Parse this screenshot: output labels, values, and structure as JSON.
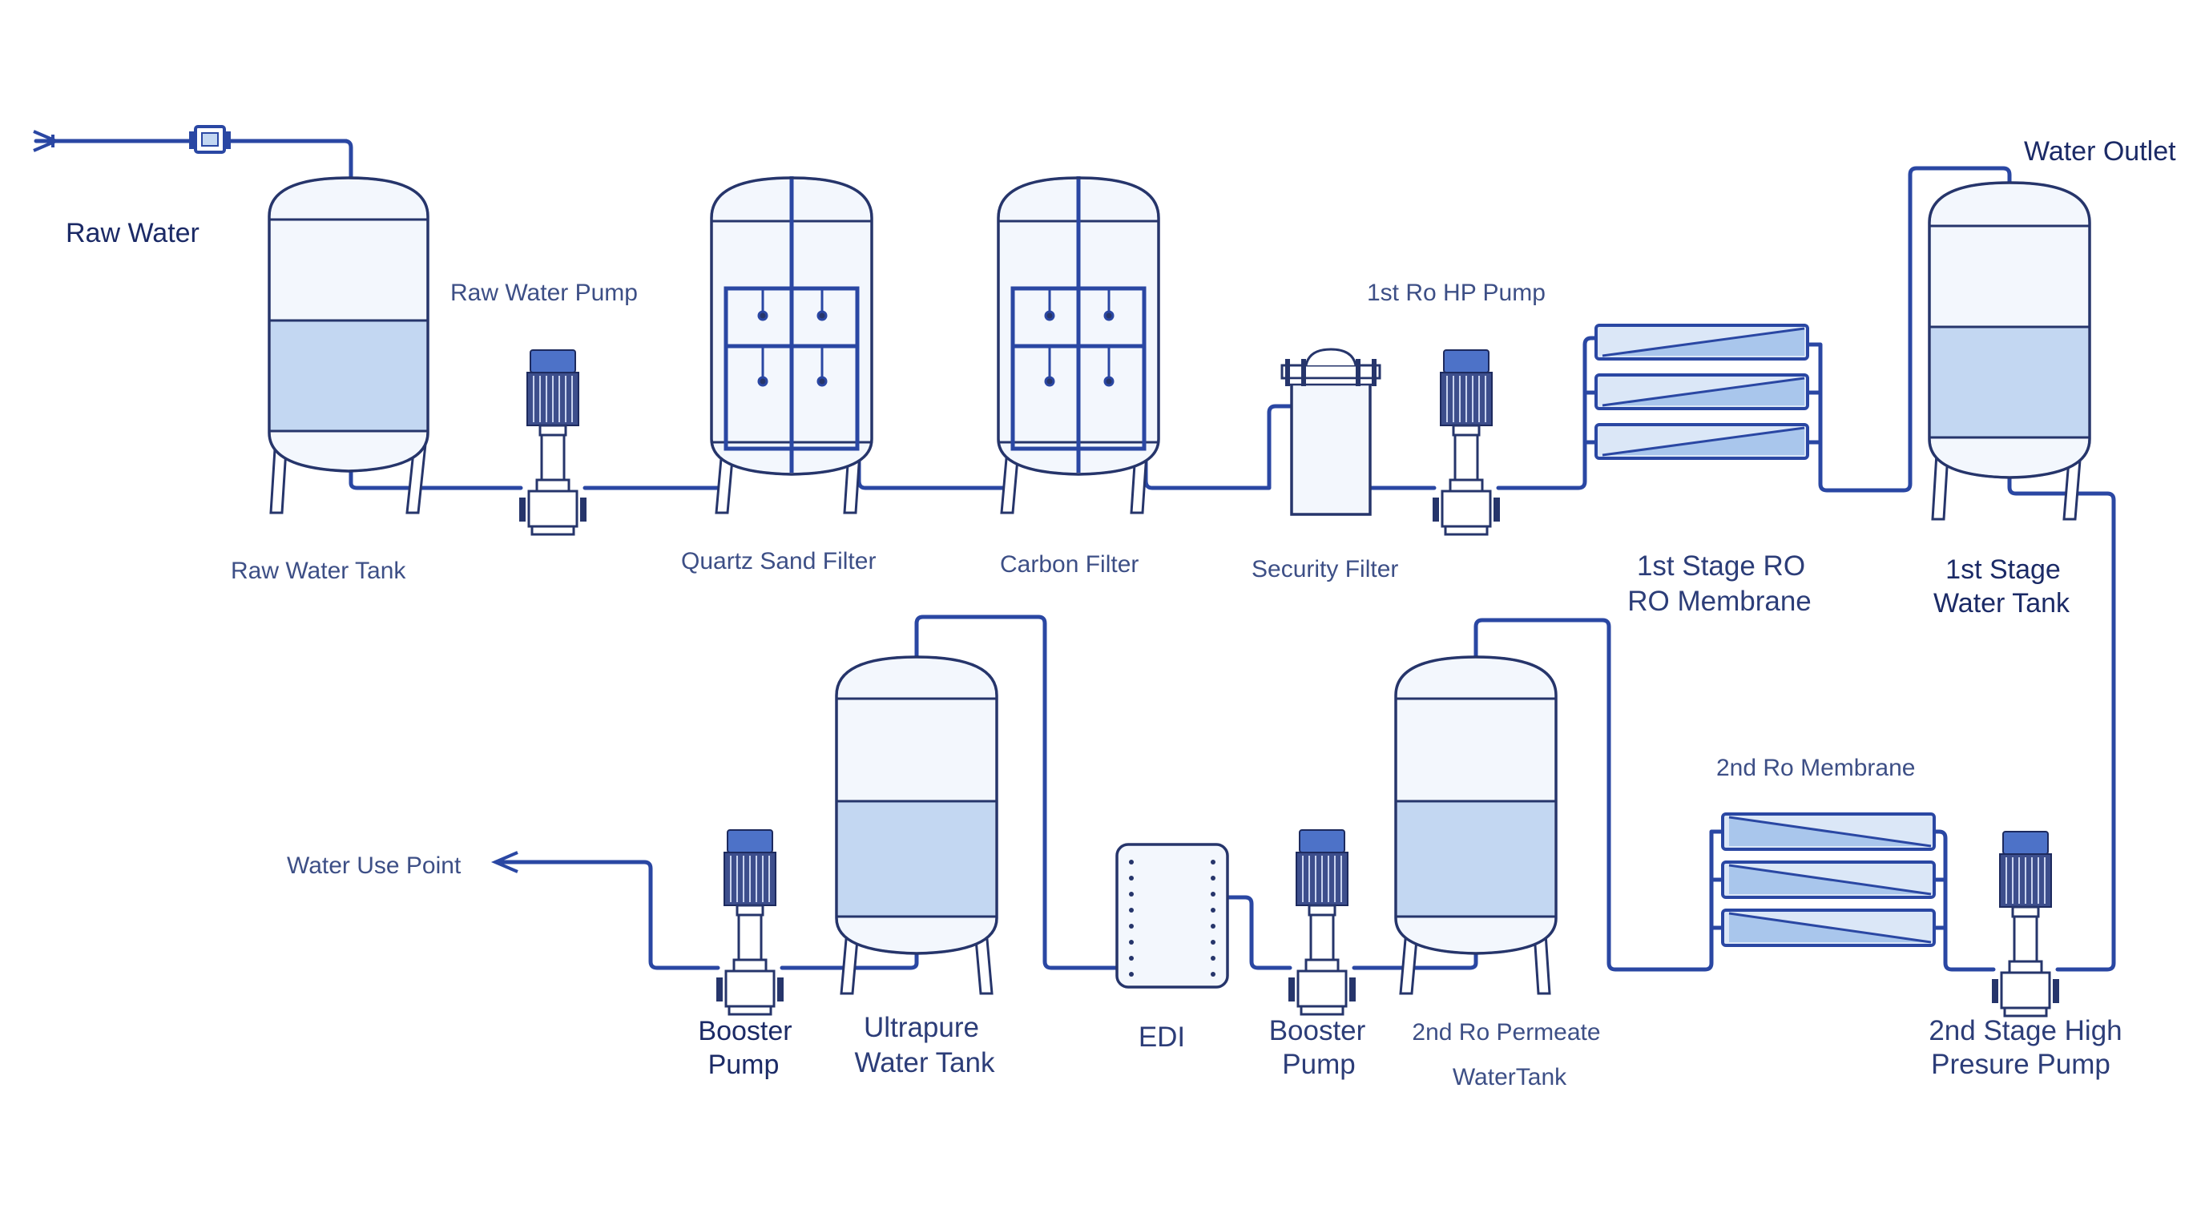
{
  "labels": {
    "raw_water": "Raw Water",
    "raw_water_pump": "Raw Water Pump",
    "raw_water_tank": "Raw Water Tank",
    "quartz_sand_filter": "Quartz Sand Filter",
    "carbon_filter": "Carbon Filter",
    "security_filter": "Security Filter",
    "first_ro_hp_pump": "1st Ro HP Pump",
    "first_stage_ro_line1": "1st Stage RO",
    "first_stage_ro_line2": "RO Membrane",
    "water_outlet": "Water Outlet",
    "first_stage_tank_line1": "1st Stage",
    "first_stage_tank_line2": "Water Tank",
    "second_ro_membrane": "2nd Ro Membrane",
    "water_use_point": "Water Use Point",
    "booster_pump_1_line1": "Booster",
    "booster_pump_1_line2": "Pump",
    "ultrapure_tank_line1": "Ultrapure",
    "ultrapure_tank_line2": "Water Tank",
    "edi": "EDI",
    "booster_pump_2_line1": "Booster",
    "booster_pump_2_line2": "Pump",
    "second_ro_permeate_line1": "2nd Ro Permeate",
    "second_ro_permeate_line2": "WaterTank",
    "second_stage_hp_line1": "2nd Stage High",
    "second_stage_hp_line2": "Presure Pump"
  },
  "colors": {
    "pipe": "#2a47a3",
    "outline": "#26356b",
    "water": "#c3d7f2",
    "label": "#3d4f86",
    "label_dark": "#1b2a66"
  }
}
